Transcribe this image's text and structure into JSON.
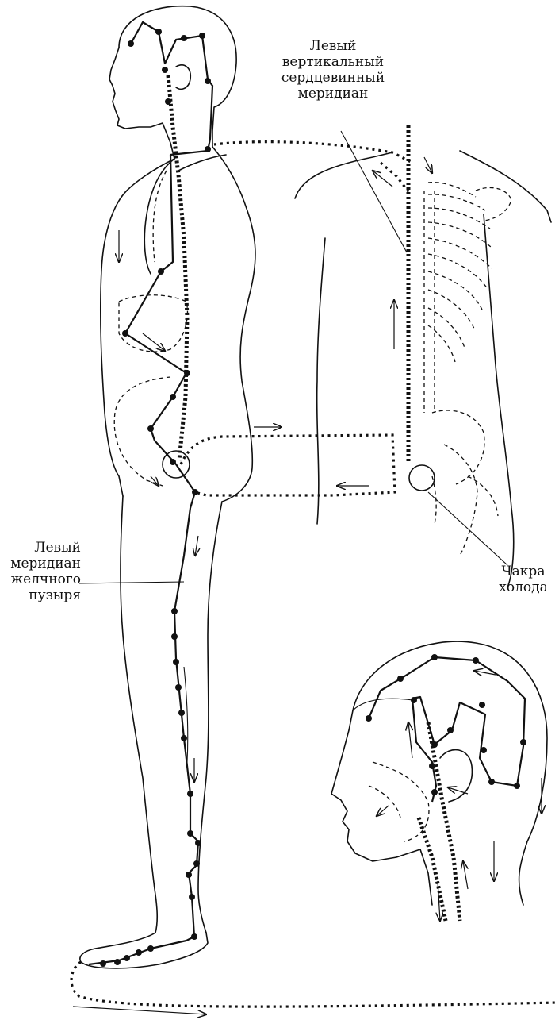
{
  "labels": {
    "heart_meridian": "Левый\nвертикальный\nсердцевинный\nмеридиан",
    "gallbladder_meridian": "Левый\nмеридиан\nжелчного\nпузыря",
    "cold_chakra": "Чакра\nхолода"
  },
  "colors": {
    "ink": "#111111",
    "background": "#ffffff"
  }
}
